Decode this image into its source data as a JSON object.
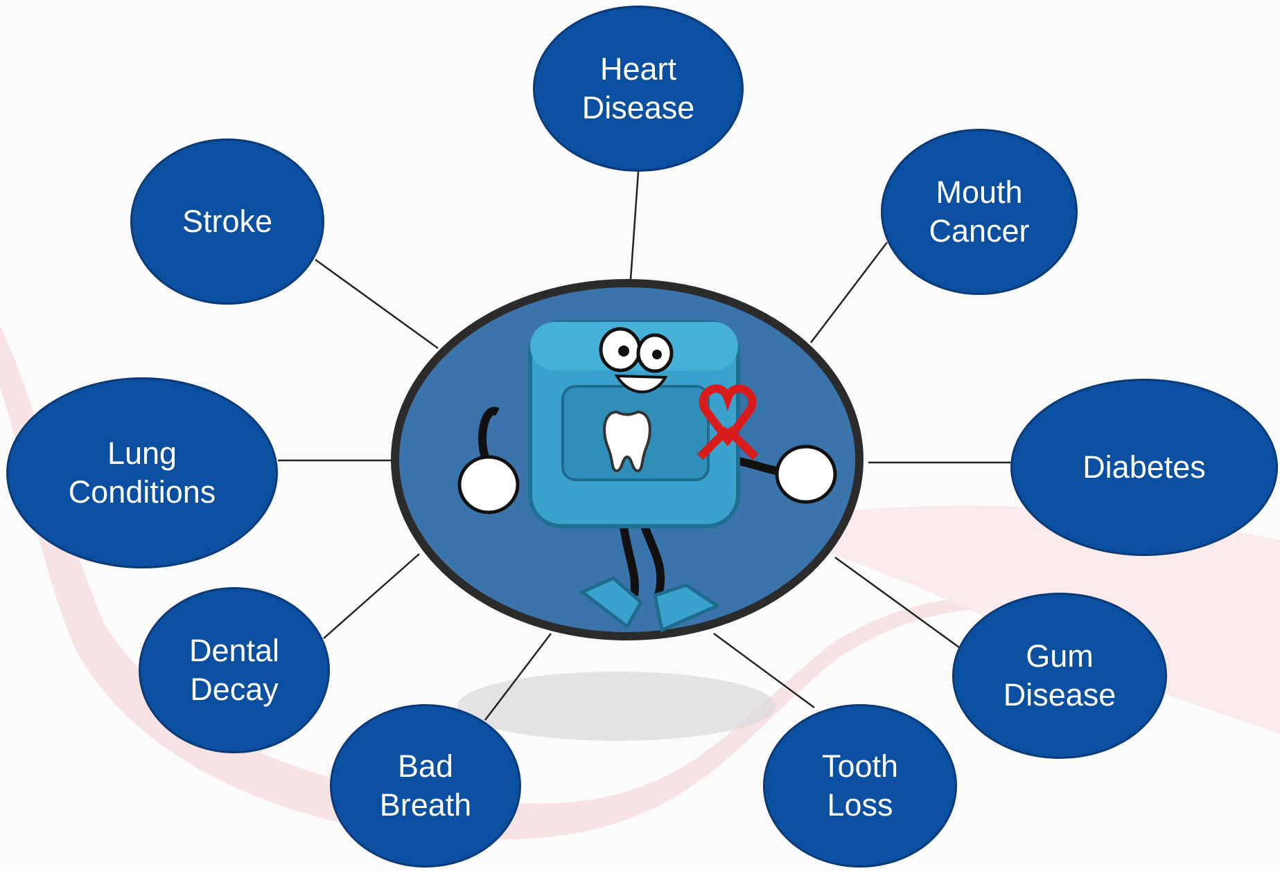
{
  "diagram": {
    "nodes": [
      {
        "id": "heart",
        "lines": [
          "Heart",
          "Disease"
        ]
      },
      {
        "id": "mouth",
        "lines": [
          "Mouth",
          "Cancer"
        ]
      },
      {
        "id": "diabetes",
        "lines": [
          "Diabetes"
        ]
      },
      {
        "id": "gum",
        "lines": [
          "Gum",
          "Disease"
        ]
      },
      {
        "id": "tooth",
        "lines": [
          "Tooth",
          "Loss"
        ]
      },
      {
        "id": "breath",
        "lines": [
          "Bad",
          "Breath"
        ]
      },
      {
        "id": "decay",
        "lines": [
          "Dental",
          "Decay"
        ]
      },
      {
        "id": "lung",
        "lines": [
          "Lung",
          "Conditions"
        ]
      },
      {
        "id": "stroke",
        "lines": [
          "Stroke"
        ]
      }
    ],
    "center": {
      "mascot": "floss-container-mascot",
      "icons": [
        "tooth-icon",
        "awareness-ribbon-icon"
      ]
    }
  },
  "colors": {
    "node_fill": "#0a4fa0",
    "node_border": "#0b3a78",
    "center_fill": "#3a74ab",
    "center_border": "#2b2b2b",
    "mascot_body": "#3aa2cc",
    "ribbon": "#d81b1b",
    "background_swoosh": "#f6dede"
  }
}
